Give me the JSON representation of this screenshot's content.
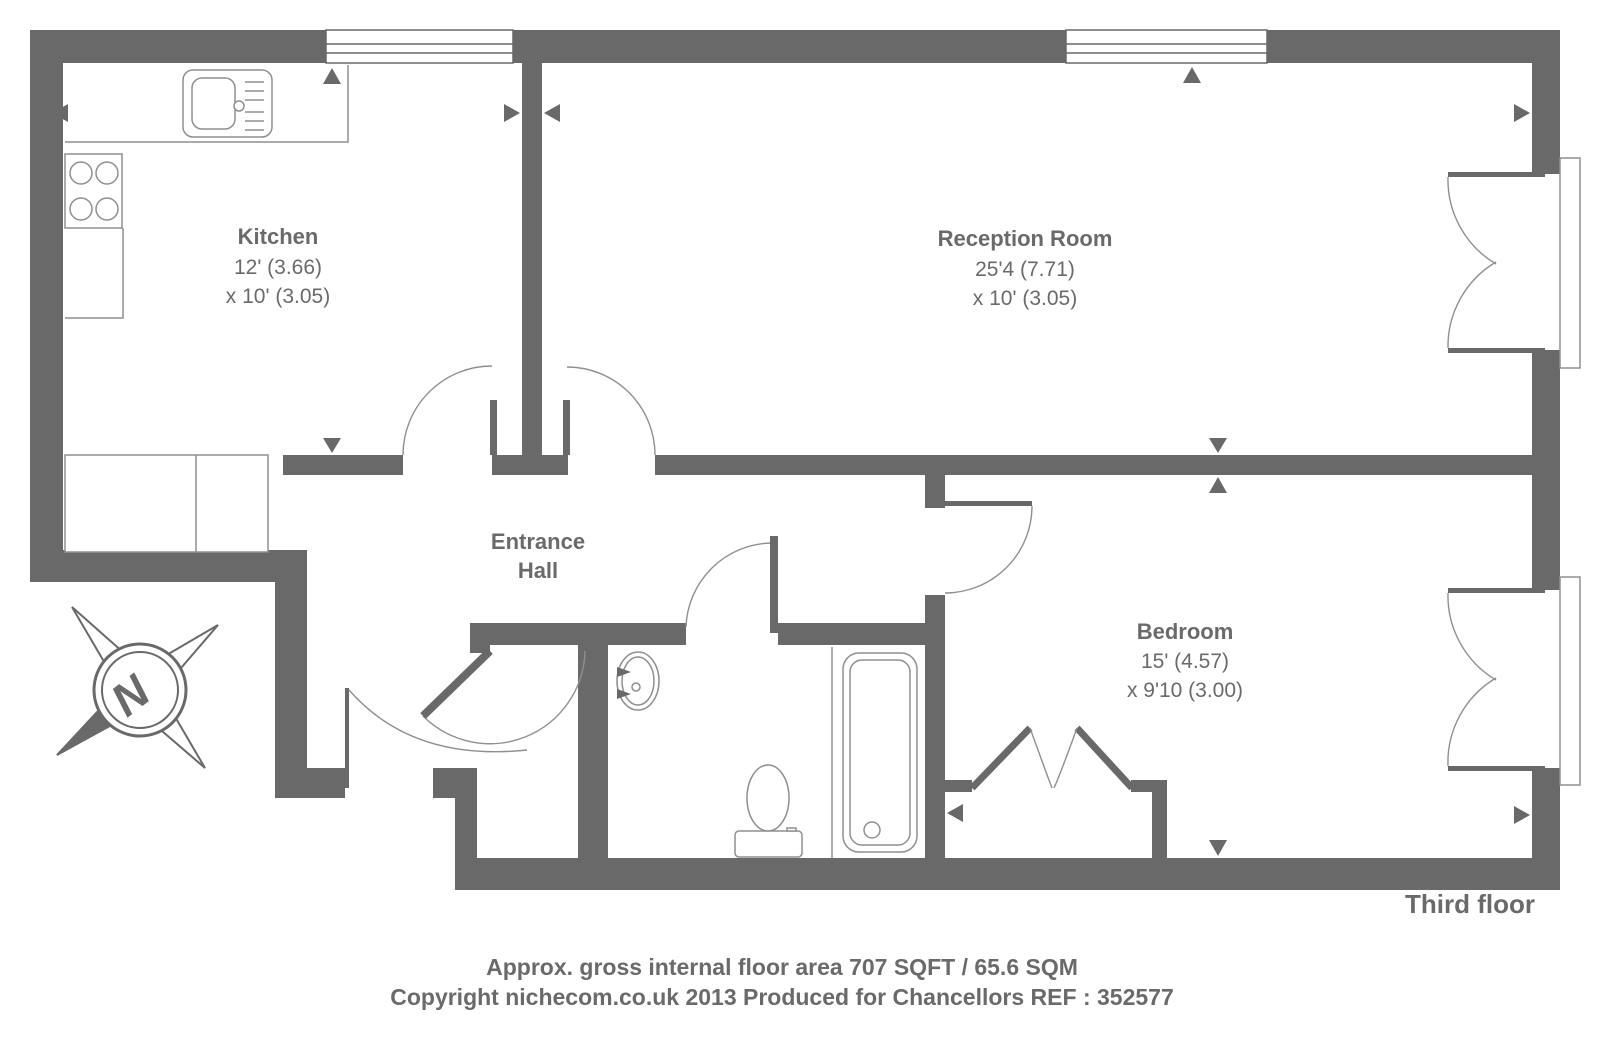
{
  "rooms": {
    "kitchen": {
      "name": "Kitchen",
      "dim1": "12' (3.66)",
      "dim2": "x 10' (3.05)"
    },
    "reception": {
      "name": "Reception Room",
      "dim1": "25'4 (7.71)",
      "dim2": "x 10' (3.05)"
    },
    "entrance_hall": {
      "line1": "Entrance",
      "line2": "Hall"
    },
    "bedroom": {
      "name": "Bedroom",
      "dim1": "15' (4.57)",
      "dim2": "x 9'10 (3.00)"
    }
  },
  "compass": {
    "letter": "N"
  },
  "floor_label": "Third floor",
  "footer": {
    "area": "Approx. gross internal floor area 707 SQFT / 65.6 SQM",
    "copyright": "Copyright nichecom.co.uk 2013 Produced for Chancellors REF : 352577"
  },
  "colors": {
    "wall": "#696969",
    "text": "#6a6a6a",
    "fixture": "#8f8f8f"
  }
}
